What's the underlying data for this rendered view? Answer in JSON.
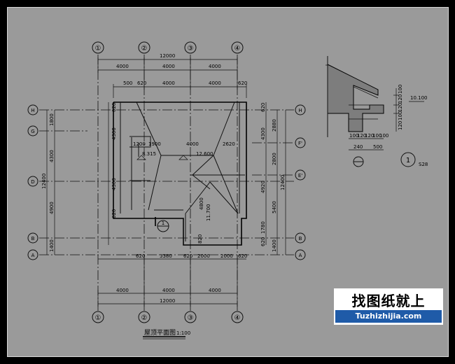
{
  "drawing": {
    "axes_top": [
      "①",
      "②",
      "③",
      "④"
    ],
    "axes_bottom": [
      "①",
      "②",
      "③",
      "④"
    ],
    "axes_left": [
      "H",
      "G",
      "D",
      "B",
      "A"
    ],
    "axes_right": [
      "H",
      "F'",
      "E'",
      "B",
      "A"
    ],
    "dims_top_total": "12000",
    "dims_top_bays": [
      "4000",
      "4000",
      "4000"
    ],
    "dims_top_row2": [
      "500",
      "620",
      "4000",
      "4000",
      "620"
    ],
    "dims_bottom_row1": [
      "620",
      "3380",
      "620",
      "2000",
      "2000",
      "620"
    ],
    "dims_bottom_bays": [
      "4000",
      "4000",
      "4000"
    ],
    "dims_bottom_total": "12000",
    "dims_left_outer": [
      "1800",
      "4300",
      "4900",
      "1400"
    ],
    "dims_left_total": "12400",
    "dims_left_inner": [
      "620",
      "4300",
      "4300",
      "620"
    ],
    "dims_right_outer": [
      "2880",
      "2800",
      "5400",
      "1400"
    ],
    "dims_right_total": "12400",
    "dims_right_inner": [
      "620",
      "4300",
      "4920",
      "1780",
      "620"
    ],
    "interior_dims": [
      "1200",
      "1900",
      "4000",
      "2620",
      "4800",
      "11.700",
      "820"
    ],
    "elevations": [
      "8.315",
      "12.600"
    ],
    "section_ref": "1",
    "title": "屋顶平面图",
    "scale": "1:100"
  },
  "detail": {
    "dims": [
      "100",
      "120",
      "120",
      "100",
      "120"
    ],
    "bottom_dims": [
      "100",
      "120",
      "120",
      "100",
      "100"
    ],
    "bottom_sub": [
      "240",
      "500"
    ],
    "elev": "10.100",
    "section_marker": "1",
    "sheet_ref": "S28"
  },
  "watermark": {
    "cn": "找图纸就上",
    "url": "Tuzhizhijia.com"
  }
}
